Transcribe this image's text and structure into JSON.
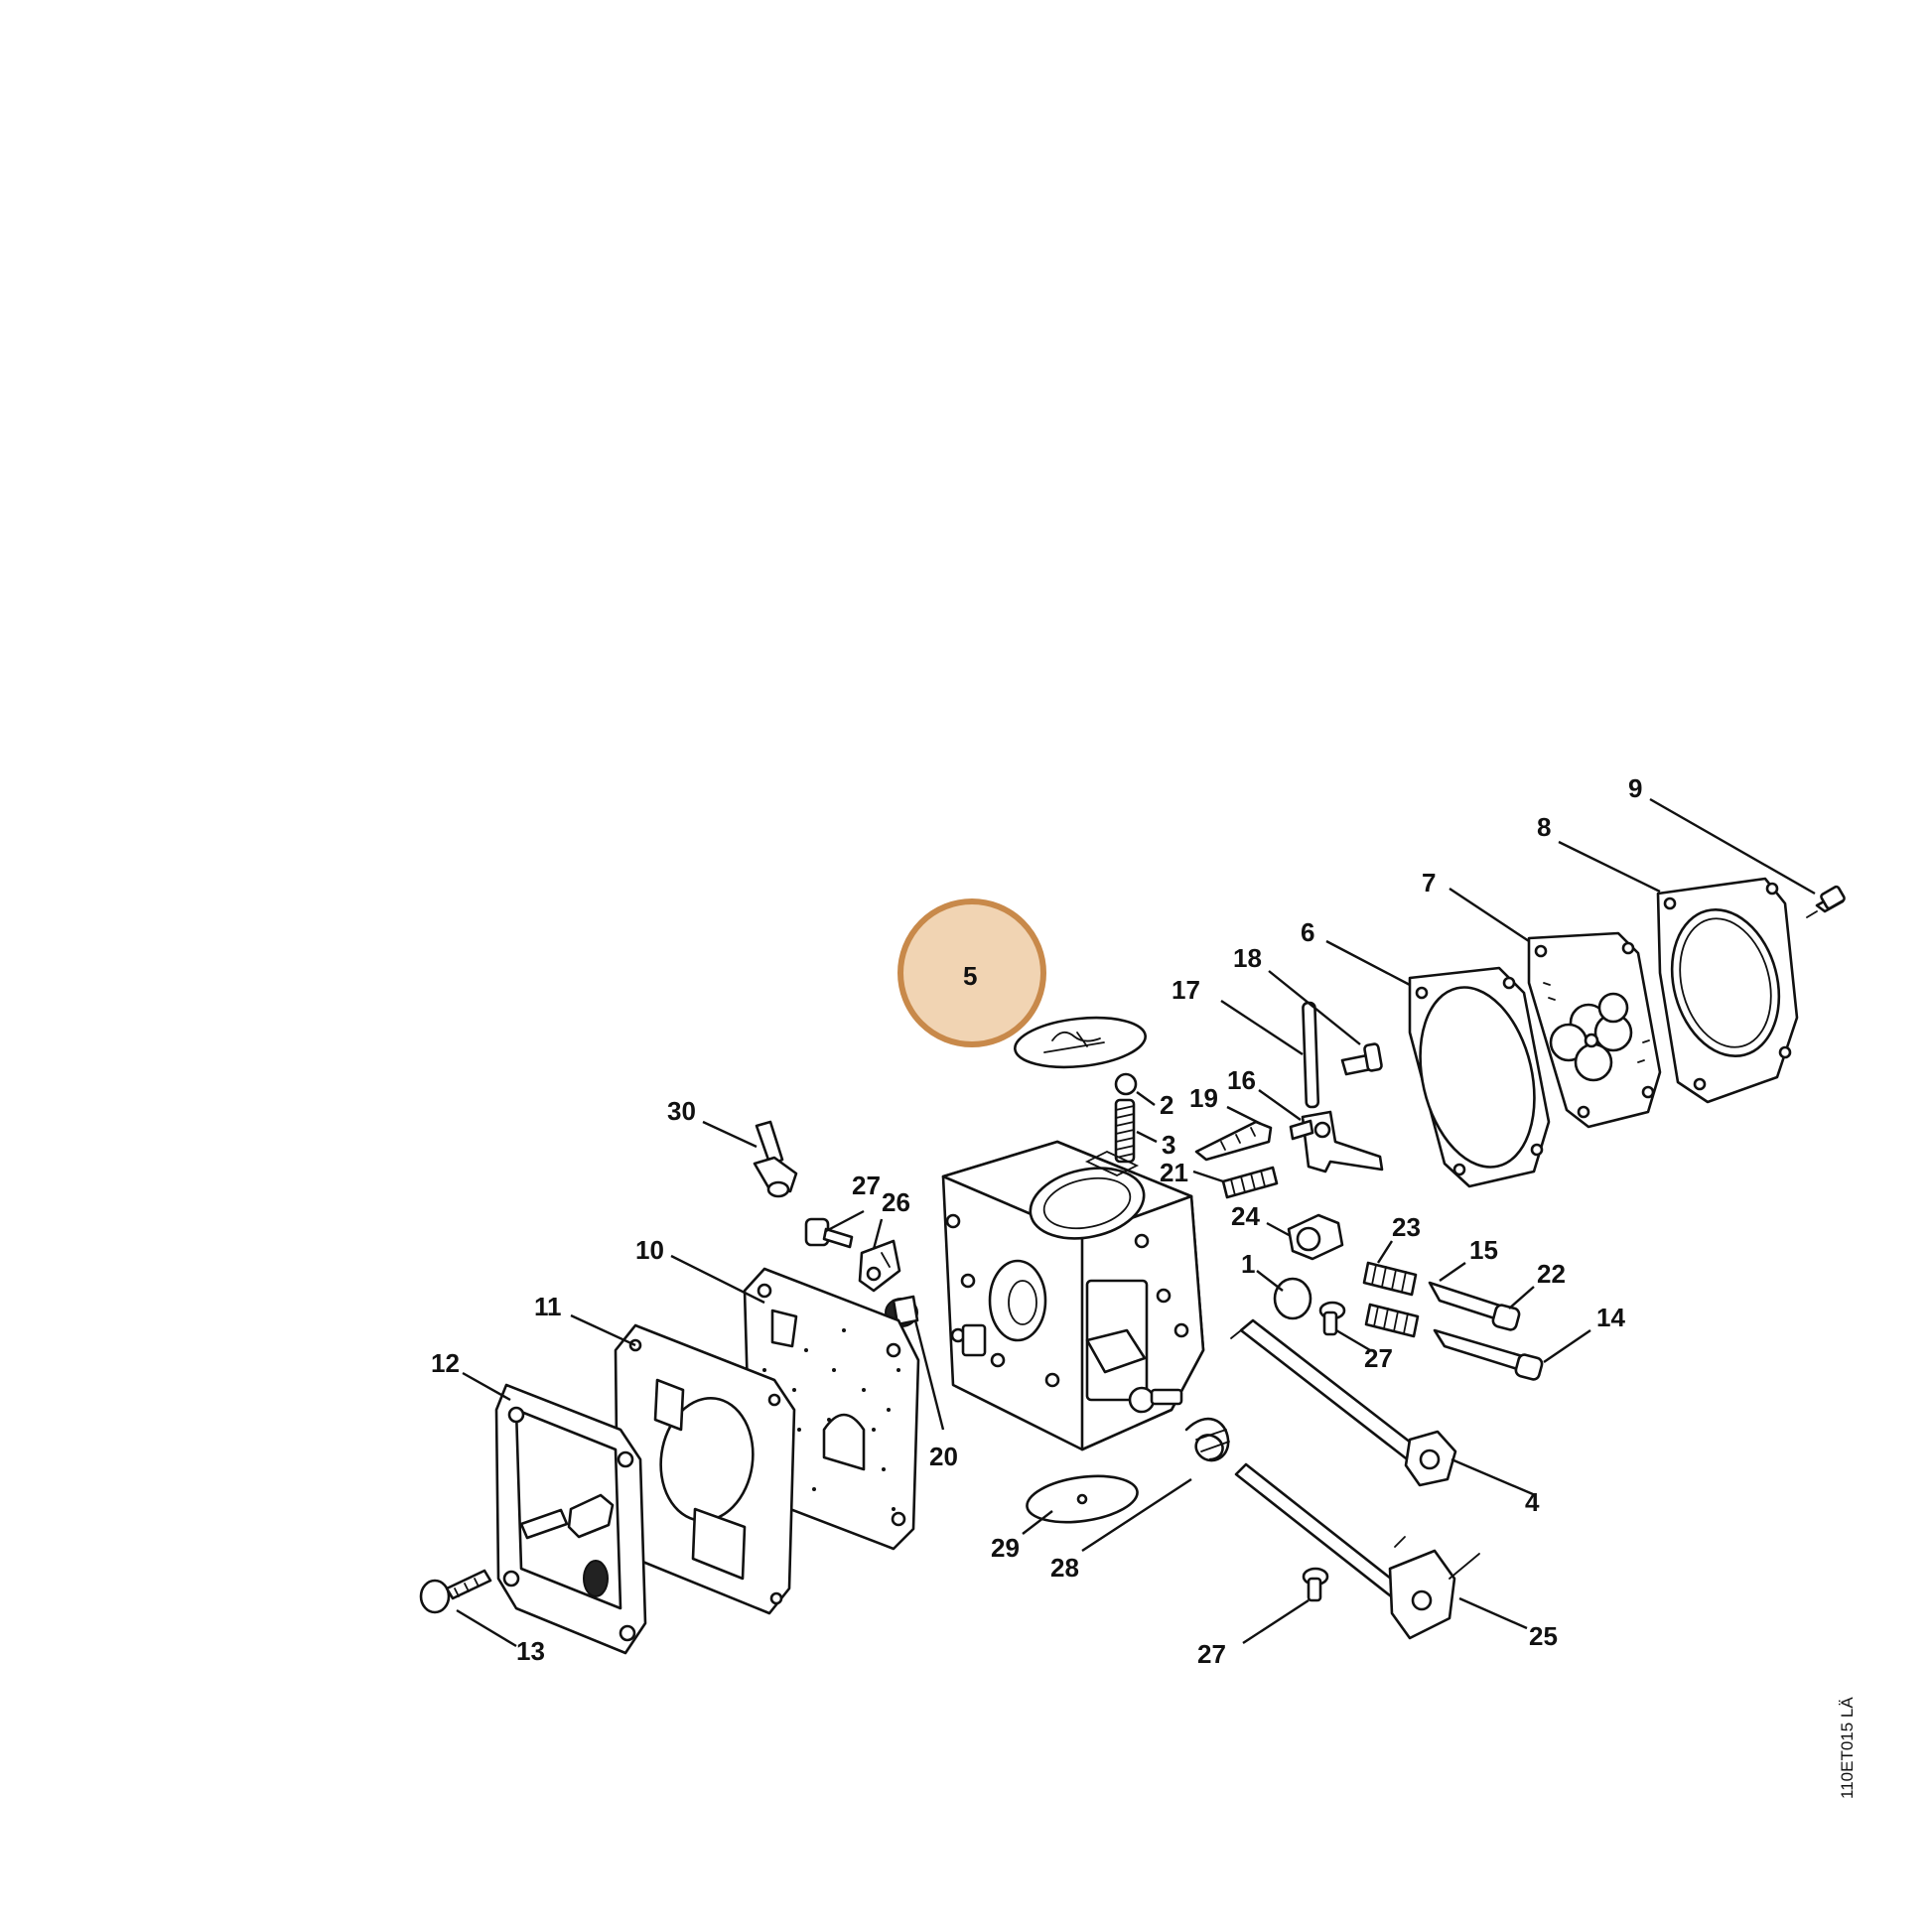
{
  "diagram": {
    "highlight_label": "5",
    "highlight_color": "#c8894a",
    "highlight_fill": "#f1d4b3",
    "drawing_code": "110ET015 LÄ",
    "callouts": {
      "c1": "1",
      "c2": "2",
      "c3": "3",
      "c4": "4",
      "c5": "5",
      "c6": "6",
      "c7": "7",
      "c8": "8",
      "c9": "9",
      "c10": "10",
      "c11": "11",
      "c12": "12",
      "c13": "13",
      "c14": "14",
      "c15": "15",
      "c16": "16",
      "c17": "17",
      "c18": "18",
      "c19": "19",
      "c20": "20",
      "c21": "21",
      "c22": "22",
      "c23": "23",
      "c24": "24",
      "c25": "25",
      "c26": "26",
      "c27a": "27",
      "c27b": "27",
      "c27c": "27",
      "c28": "28",
      "c29": "29",
      "c30": "30"
    }
  }
}
